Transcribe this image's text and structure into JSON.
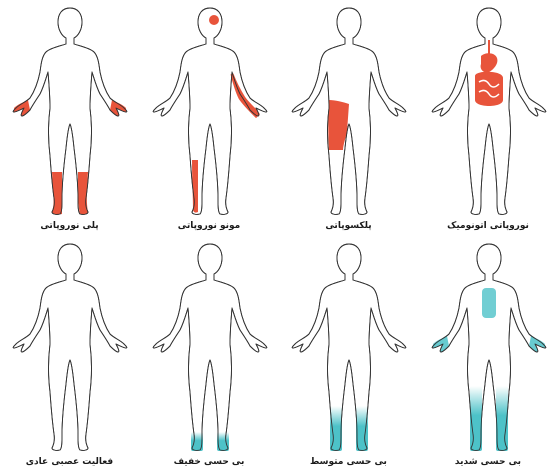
{
  "palette": {
    "red": "#e8543b",
    "teal": "#4dc2c8",
    "outline": "#333333"
  },
  "figures": [
    {
      "id": "distal-polyneuropathy",
      "label": "پلی نوروپاتی",
      "highlight": "feet-and-hands",
      "color": "red"
    },
    {
      "id": "mononeuropathy",
      "label": "مونو نوروپاتی",
      "highlight": "left-arm-right-shin-eye",
      "color": "red"
    },
    {
      "id": "plexopathy",
      "label": "پلکسوپاتی",
      "highlight": "right-thigh",
      "color": "red"
    },
    {
      "id": "autonomic-neuropathy",
      "label": "نوروپاتی اتونومیک",
      "highlight": "digestive-system",
      "color": "red"
    },
    {
      "id": "normal",
      "label": "فعالیت عصبی عادی",
      "highlight": "none",
      "color": "none"
    },
    {
      "id": "mild-numbness",
      "label": "بی حسی خفیف",
      "highlight": "feet",
      "color": "teal"
    },
    {
      "id": "moderate-numbness",
      "label": "بی حسی متوسط",
      "highlight": "feet-and-shins",
      "color": "teal"
    },
    {
      "id": "severe-numbness",
      "label": "بی حسی شدید",
      "highlight": "legs-hands-back",
      "color": "teal"
    }
  ]
}
